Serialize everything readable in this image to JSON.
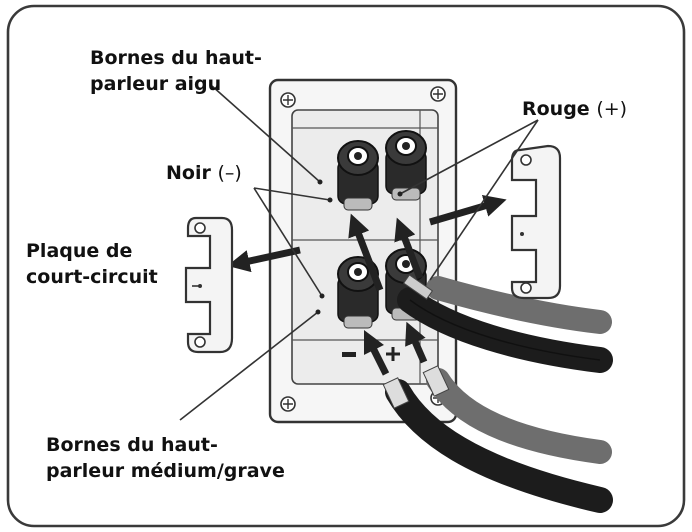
{
  "labels": {
    "tweeter": {
      "line1": "Bornes du haut-",
      "line2": "parleur aigu"
    },
    "rouge": {
      "text": "Rouge",
      "sym": "(+)"
    },
    "noir": {
      "text": "Noir",
      "sym": "(–)"
    },
    "plaque": {
      "line1": "Plaque de",
      "line2": "court-circuit"
    },
    "woofer": {
      "line1": "Bornes du haut-",
      "line2": "parleur médium/grave"
    }
  },
  "colors": {
    "frame": "#3a3a3a",
    "cable_black": "#1c1c1c",
    "cable_grey": "#6e6e6e",
    "plate": "#f4f4f4",
    "arrow": "#222222"
  }
}
